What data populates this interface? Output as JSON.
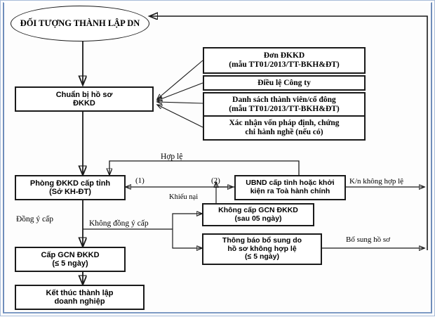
{
  "diagram": {
    "title_node": "ĐỐI TƯỢNG THÀNH LẬP DN",
    "nodes": {
      "start": "ĐỐI TƯỢNG THÀNH LẬP DN",
      "prepare": "Chuẩn bị hồ sơ ĐKKD",
      "doc1": "Đơn ĐKKD (mẫu TT01/2013/TT-BKH&ĐT)",
      "doc2": "Điều lệ Công ty",
      "doc3": "Danh sách thành viên/cổ đông (mẫu TT01/2013/TT-BKH&ĐT)",
      "doc4": "Xác nhận vốn pháp định, chứng chỉ hành nghề (nếu có)",
      "office": "Phòng ĐKKD cấp tỉnh (Sở KH-ĐT)",
      "ubnd": "UBND cấp tỉnh hoặc khởi kiện ra Toà hành chính",
      "refuse": "Không cấp GCN ĐKKD (sau 05 ngày)",
      "notice": "Thông báo bổ sung do hồ sơ không hợp lệ (≤ 5 ngày)",
      "grant": "Cấp GCN ĐKKD (≤ 5 ngày)",
      "end": "Kết thúc thành lập doanh nghiệp"
    },
    "node_lines": {
      "start_l1": "ĐỐI TƯỢNG THÀNH",
      "start_l2": "LẬP DN",
      "prepare_l1": "Chuẩn bị hồ sơ",
      "prepare_l2": "ĐKKD",
      "doc1_l1": "Đơn ĐKKD",
      "doc1_l2": "(mẫu TT01/2013/TT-BKH&ĐT)",
      "doc2_l1": "Điều lệ Công ty",
      "doc3_l1": "Danh sách thành viên/cổ đông",
      "doc3_l2": "(mẫu TT01/2013/TT-BKH&ĐT)",
      "doc4_l1": "Xác nhận vốn pháp định, chứng",
      "doc4_l2": "chi hành nghề (nếu có)",
      "office_l1": "Phòng ĐKKD cấp tỉnh",
      "office_l2": "(Sở KH-ĐT)",
      "ubnd_l1": "UBND cấp tỉnh hoặc khởi",
      "ubnd_l2": "kiện ra Toà hành chính",
      "refuse_l1": "Không cấp GCN ĐKKD",
      "refuse_l2": "(sau 05 ngày)",
      "notice_l1": "Thông báo bổ sung do",
      "notice_l2": "hồ sơ không hợp lệ",
      "notice_l3": "(≤ 5 ngày)",
      "grant_l1": "Cấp GCN ĐKKD",
      "grant_l2": "(≤ 5 ngày)",
      "end_l1": "Kết thúc thành lập",
      "end_l2": "doanh nghiệp"
    },
    "edge_labels": {
      "valid": "Hợp lệ",
      "one": "(1)",
      "two": "(2)",
      "complaint": "Khiếu nại",
      "agree": "Đồng ý cấp",
      "disagree": "Không đồng ý cấp",
      "invalid_complaint": "K/n không hợp lệ",
      "supplement": "Bổ sung hồ sơ"
    },
    "colors": {
      "stroke": "#1a1a1a",
      "frame": "#6f8dba",
      "background": "#ffffff"
    }
  }
}
